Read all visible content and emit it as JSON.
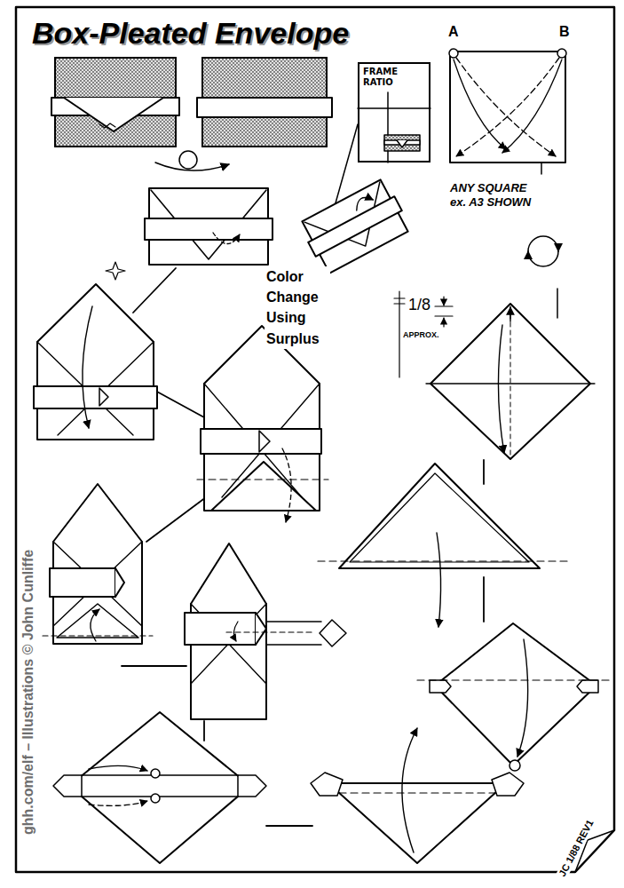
{
  "diagram": {
    "title": "Box-Pleated Envelope",
    "nodes": [
      {
        "text": [
          "FRAME RATIO"
        ]
      }
    ],
    "labels": [
      "A",
      "B",
      "ANY SQUARE ex. A3 SHOWN",
      "Color Change Using Surplus",
      "1/8",
      "APPROX.",
      "ghh.com/elf – Illustrations © John Cunliffe",
      "JC 1/88 REV1"
    ]
  }
}
